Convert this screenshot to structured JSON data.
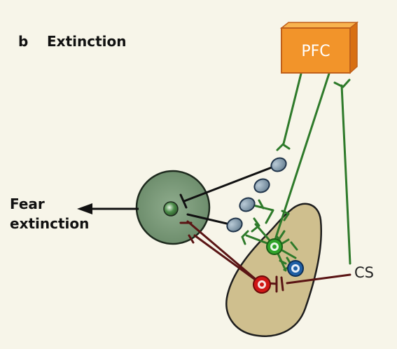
{
  "panel": {
    "letter": "b",
    "title": "Extinction"
  },
  "labels": {
    "pfc": "PFC",
    "cs": "CS",
    "output_line1": "Fear",
    "output_line2": "extinction"
  },
  "colors": {
    "background": "#f7f5e9",
    "pfc_front": "#f2942a",
    "pfc_top": "#f8b34f",
    "pfc_side": "#d86f12",
    "pfc_edge": "#c0601a",
    "green_pathway": "#2e7a2a",
    "inhibitory_pathway": "#5a1414",
    "output_arrow": "#111111",
    "central_nucleus": "#7f9d7e",
    "basolateral_region": "#cfbf8e",
    "itc_cells": "#8fa7b8",
    "excitatory_neuron": "#2fa32a",
    "inhibitory_neuron": "#d01616",
    "interneuron": "#1f5fa5"
  },
  "icons": [
    "pfc-block",
    "central-nucleus",
    "basolateral-region",
    "itc-cell",
    "green-neuron",
    "red-neuron",
    "blue-neuron",
    "output-arrow"
  ]
}
